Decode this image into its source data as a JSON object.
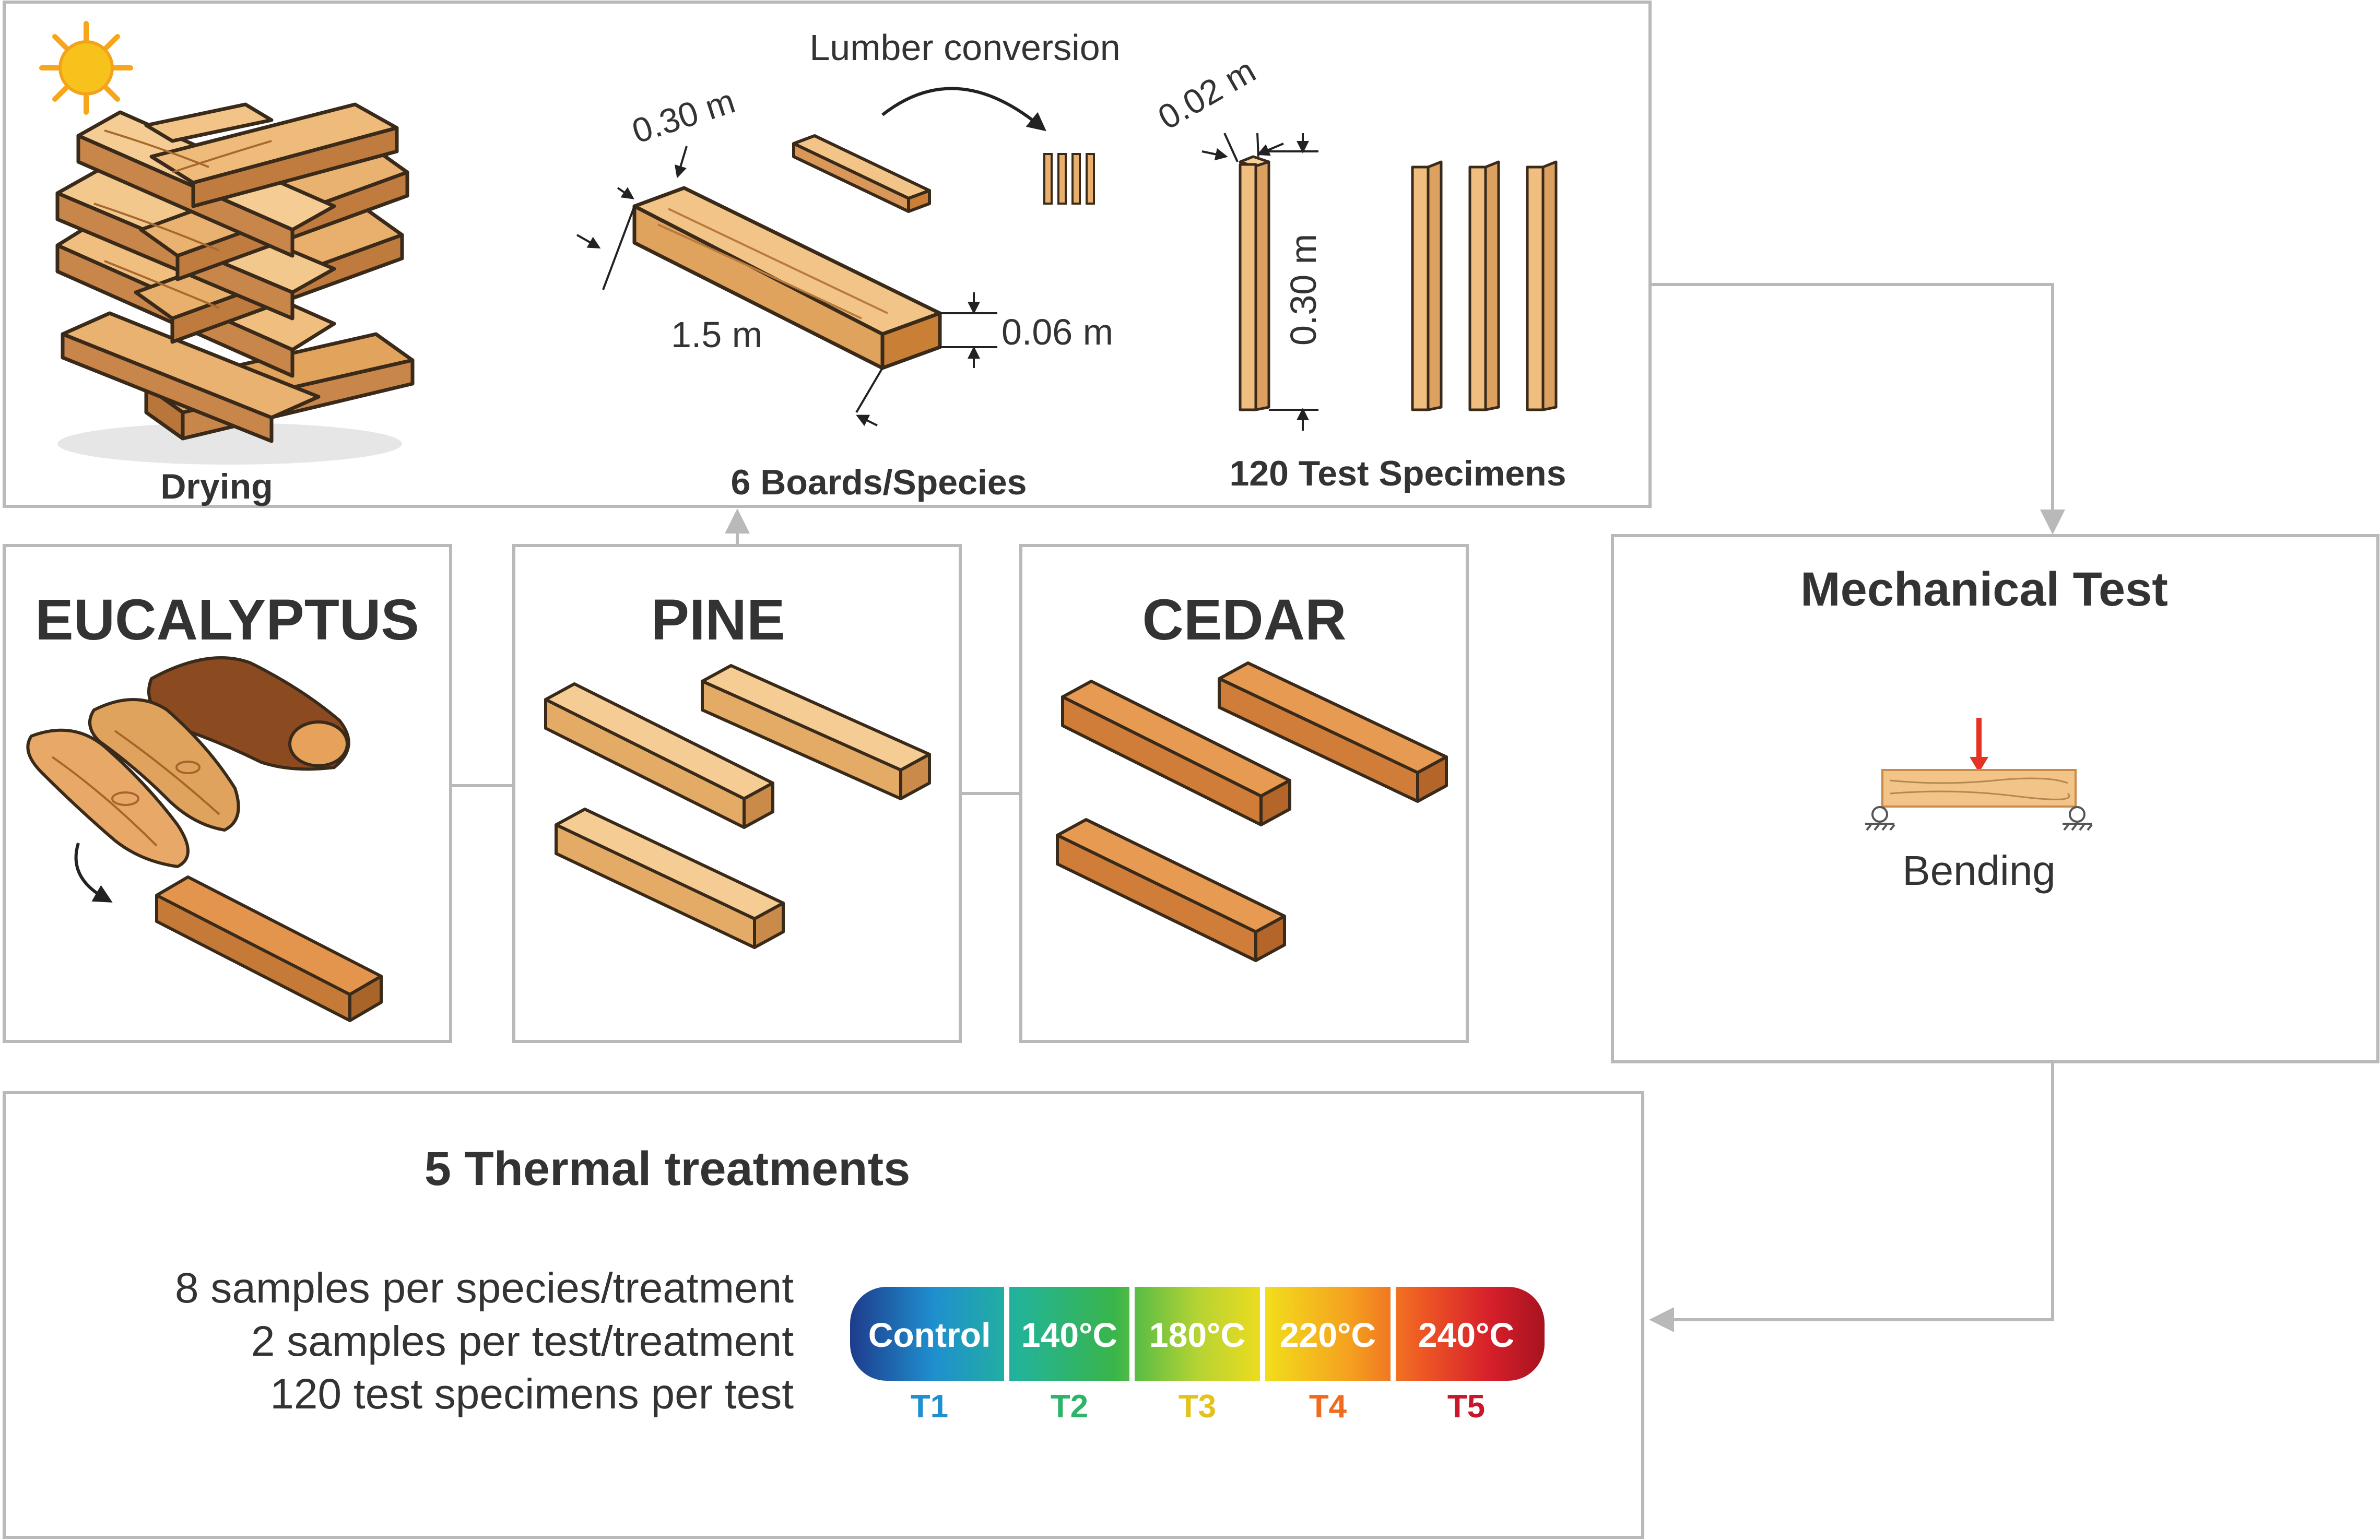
{
  "top_panel": {
    "drying_label": "Drying",
    "boards_label": "6 Boards/Species",
    "specimens_label": "120 Test Specimens",
    "lumber_conversion_label": "Lumber conversion",
    "dim_width": "0.30 m",
    "dim_length": "1.5 m",
    "dim_thickness": "0.06 m",
    "dim_specimen_width": "0.02 m",
    "dim_specimen_length": "0.30 m"
  },
  "species": [
    {
      "name": "EUCALYPTUS"
    },
    {
      "name": "PINE"
    },
    {
      "name": "CEDAR"
    }
  ],
  "mechanical": {
    "title": "Mechanical Test",
    "test_label": "Bending"
  },
  "thermal": {
    "title": "5 Thermal treatments",
    "lines": [
      "8 samples per species/treatment",
      "2 samples per test/treatment",
      "120 test specimens per test"
    ],
    "treatments": [
      {
        "label": "Control",
        "code": "T1",
        "color": "#1f8fcf"
      },
      {
        "label": "140°C",
        "code": "T2",
        "color": "#2db36a"
      },
      {
        "label": "180°C",
        "code": "T3",
        "color": "#e3c21a"
      },
      {
        "label": "220°C",
        "code": "T4",
        "color": "#ef6b1f"
      },
      {
        "label": "240°C",
        "code": "T5",
        "color": "#c8162a"
      }
    ]
  },
  "colors": {
    "frame": "#b9b9b9",
    "wood_light": "#f2c487",
    "wood_mid": "#e0a35e",
    "wood_dark": "#c98036",
    "cedar": "#dc8a45",
    "sun": "#f7c21b",
    "force_arrow": "#e53222"
  }
}
